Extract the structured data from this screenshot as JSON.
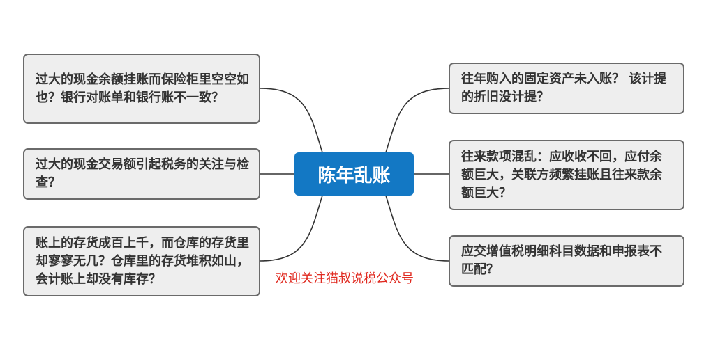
{
  "center": {
    "label": "陈年乱账"
  },
  "left_branches": [
    {
      "text": "过大的现金余额挂账而保险柜里空空如也？银行对账单和银行账不一致？"
    },
    {
      "text": "过大的现金交易额引起税务的关注与检查？"
    },
    {
      "text": "账上的存货成百上千，而仓库的存货里却寥寥无几？仓库里的存货堆积如山，会计账上却没有库存？"
    }
  ],
  "right_branches": [
    {
      "text": "往年购入的固定资产未入账？ 该计提的折旧没计提？"
    },
    {
      "text": "往来款项混乱：应收收不回，应付余额巨大，关联方频繁挂账且往来款余额巨大？"
    },
    {
      "text": "应交增值税明细科目数据和申报表不匹配？"
    }
  ],
  "watermark": "欢迎关注猫叔说税公众号",
  "colors": {
    "center_fill": "#1378c4",
    "node_fill": "#eeeeee",
    "node_border": "#6a6a6a",
    "connector": "#333333",
    "watermark": "#e02a20"
  }
}
